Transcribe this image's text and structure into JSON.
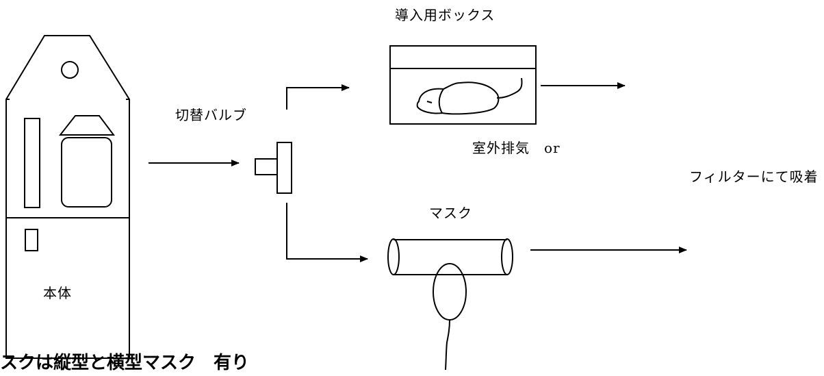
{
  "labels": {
    "main_unit": "本体",
    "valve": "切替バルブ",
    "box": "導入用ボックス",
    "mask": "マスク",
    "exhaust_line1": "室外排気　or",
    "exhaust_line2": "フィルターにて吸着"
  },
  "note": "スクは縦型と横型マスク　有り"
}
